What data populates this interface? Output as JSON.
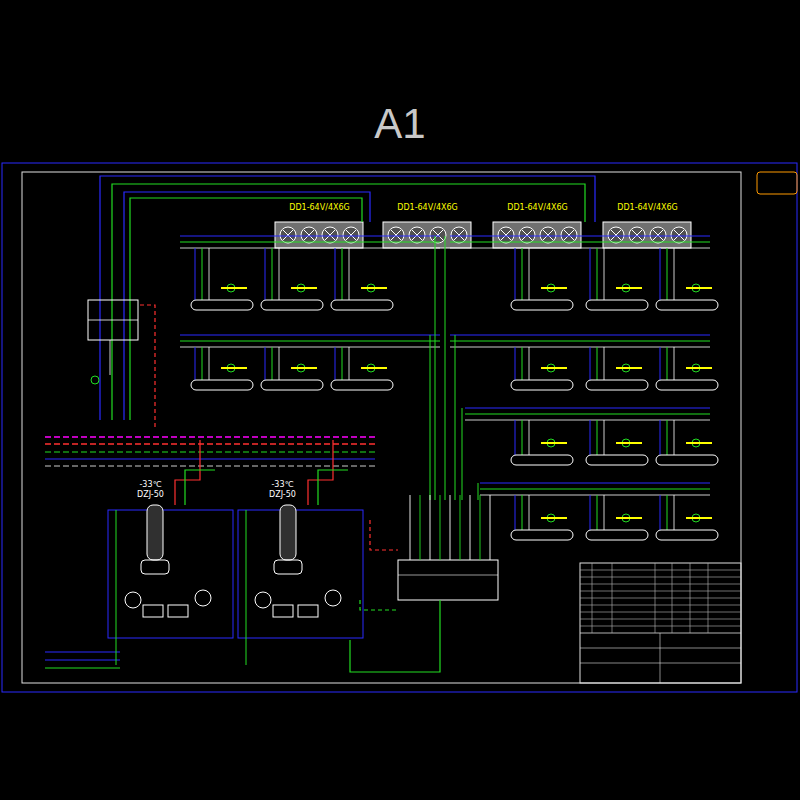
{
  "diagram": {
    "title": "A1",
    "nodes": [
      {
        "text": [
          "DD1-64V/4X6G"
        ]
      },
      {
        "text": [
          "DD1-64V/4X6G"
        ]
      },
      {
        "text": [
          "DD1-64V/4X6G"
        ]
      },
      {
        "text": [
          "DD1-64V/4X6G"
        ]
      },
      {
        "text": [
          "-33℃",
          "DZJ-50"
        ]
      },
      {
        "text": [
          "-33℃",
          "DZJ-50"
        ]
      }
    ]
  }
}
